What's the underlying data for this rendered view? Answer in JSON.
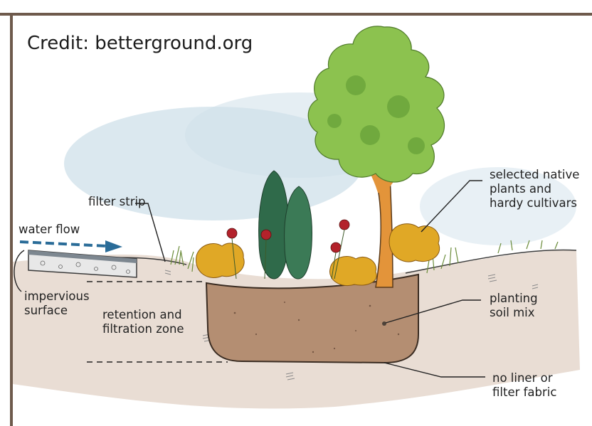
{
  "credit": "Credit: betterground.org",
  "labels": {
    "filter_strip": "filter strip",
    "water_flow": "water flow",
    "impervious_surface_1": "impervious",
    "impervious_surface_2": "surface",
    "retention_1": "retention and",
    "retention_2": "filtration zone",
    "native_1": "selected native",
    "native_2": "plants and",
    "native_3": "hardy cultivars",
    "planting_1": "planting",
    "planting_2": "soil mix",
    "liner_1": "no liner or",
    "liner_2": "filter fabric"
  },
  "colors": {
    "frame": "#6e5a4c",
    "sky": "#cfe0ea",
    "ground": "#e9ddd4",
    "soil": "#b48e72",
    "tree_foliage": "#8cc24f",
    "tree_trunk": "#e3943a",
    "shrub": "#e0a826",
    "conifer": "#2f6a4a",
    "berry": "#b3222b",
    "arrow": "#2a6c98"
  }
}
